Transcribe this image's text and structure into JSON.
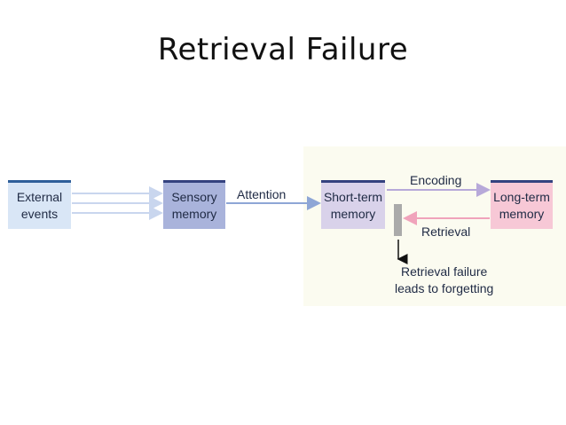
{
  "title": "Retrieval Failure",
  "boxes": {
    "external": [
      "External",
      "events"
    ],
    "sensory": [
      "Sensory",
      "memory"
    ],
    "short_term": [
      "Short-term",
      "memory"
    ],
    "long_term": [
      "Long-term",
      "memory"
    ]
  },
  "labels": {
    "attention": "Attention",
    "encoding": "Encoding",
    "retrieval": "Retrieval",
    "failure_line1": "Retrieval failure",
    "failure_line2": "leads to forgetting"
  }
}
